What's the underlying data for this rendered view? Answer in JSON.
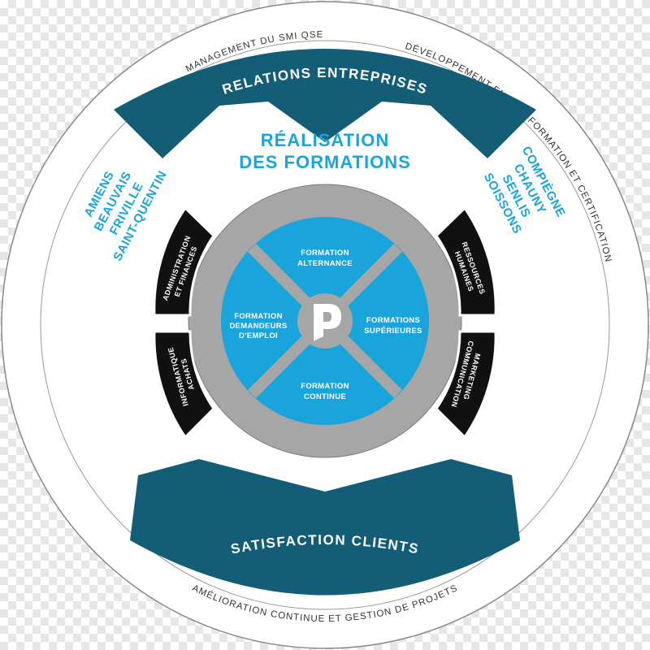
{
  "outer_ring": {
    "top_left": "MANAGEMENT DU SMI QSE",
    "top_right": "DÉVELOPPEMENT EMPLOI, FORMATION ET CERTIFICATION",
    "bottom": "AMÉLIORATION CONTINUE ET GESTION DE PROJETS"
  },
  "bands": {
    "top": "RELATIONS ENTREPRISES",
    "bottom": "SATISFACTION CLIENTS"
  },
  "center_title": {
    "line1": "RÉALISATION",
    "line2": "DES FORMATIONS"
  },
  "cities_left": [
    "AMIENS",
    "BEAUVAIS",
    "FRIVILLE",
    "SAINT-QUENTIN"
  ],
  "cities_right": [
    "COMPIÈGNE",
    "CHAUNY",
    "SENLIS",
    "SOISSONS"
  ],
  "side_segments": {
    "left_top": [
      "ADMINISTRATION",
      "ET FINANCES"
    ],
    "left_bottom": [
      "INFORMATIQUE",
      "ACHATS"
    ],
    "right_top": [
      "RESSOURCES",
      "HUMAINES"
    ],
    "right_bottom": [
      "MARKETING",
      "COMMUNICATION"
    ]
  },
  "quadrants": {
    "top": [
      "FORMATION",
      "ALTERNANCE"
    ],
    "left": [
      "FORMATION",
      "DEMANDEURS",
      "D'EMPLOI"
    ],
    "right": [
      "FORMATIONS",
      "SUPÉRIEURES"
    ],
    "bottom": [
      "FORMATION",
      "CONTINUE"
    ]
  },
  "logo_letter": "P",
  "colors": {
    "dark_teal": "#135d77",
    "light_blue": "#1aa4dc",
    "gray": "#a6a6a6",
    "black": "#111111"
  }
}
